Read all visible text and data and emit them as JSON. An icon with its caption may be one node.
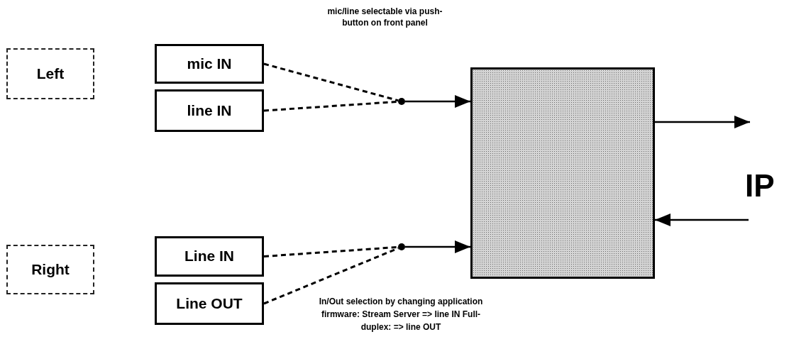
{
  "diagram": {
    "nodes": [
      {
        "text": [
          "Left"
        ]
      },
      {
        "text": [
          "mic IN"
        ]
      },
      {
        "text": [
          "line IN"
        ]
      },
      {
        "text": [
          "Right"
        ]
      },
      {
        "text": [
          "Line IN"
        ]
      },
      {
        "text": [
          "Line OUT"
        ]
      },
      {
        "text": [],
        "shape": "circle"
      },
      {
        "text": [],
        "shape": "circle"
      },
      {
        "text": [],
        "shape": "box"
      }
    ],
    "edges": [
      {
        "from": 1,
        "to": 6,
        "arrow": "none",
        "style": "dashed"
      },
      {
        "from": 2,
        "to": 6,
        "arrow": "none",
        "style": "dashed"
      },
      {
        "from": 6,
        "to": 8,
        "arrow": "to"
      },
      {
        "from": 4,
        "to": 7,
        "arrow": "none",
        "style": "dashed"
      },
      {
        "from": 5,
        "to": 7,
        "arrow": "none",
        "style": "dashed"
      },
      {
        "from": 7,
        "to": 8,
        "arrow": "to"
      },
      {
        "from": 8,
        "to": null,
        "arrow": "to"
      },
      {
        "from": null,
        "to": 8,
        "arrow": "to"
      }
    ],
    "labels": [
      "mic/line selectable via push-button on front panel",
      "IP",
      "In/Out selection by changing application firmware: Stream Server => line IN Full-duplex: => line OUT"
    ]
  }
}
